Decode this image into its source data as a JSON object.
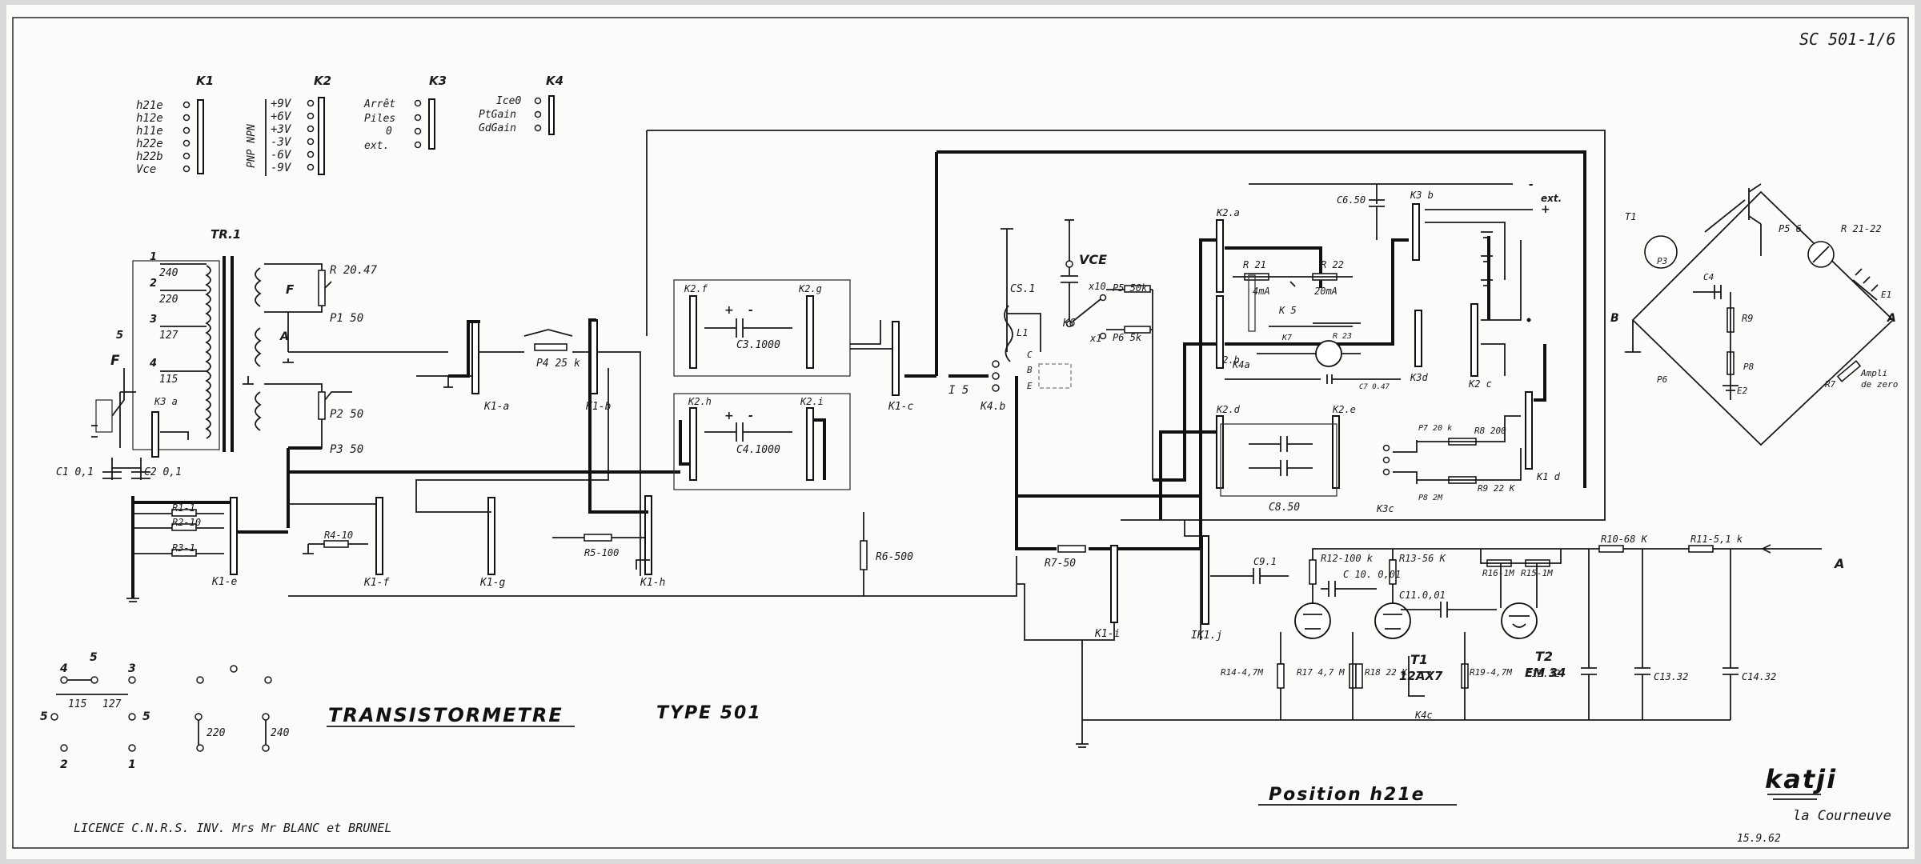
{
  "sheet": {
    "ref": "SC 501-1/6",
    "title": "TRANSISTORMETRE",
    "type": "TYPE 501",
    "position": "Position h21e",
    "brand": "katji",
    "brand_city": "la Courneuve",
    "licence": "LICENCE C.N.R.S.   INV. Mrs Mr BLANC et BRUNEL",
    "date": "15.9.62"
  },
  "switch_legend": {
    "k1": {
      "name": "K1",
      "positions": [
        "h21e",
        "h12e",
        "h11e",
        "h22e",
        "h22b",
        "Vce"
      ]
    },
    "k2": {
      "name": "K2",
      "group_label": "PNP NPN",
      "positions": [
        "+9V",
        "+6V",
        "+3V",
        "-3V",
        "-6V",
        "-9V"
      ]
    },
    "k3": {
      "name": "K3",
      "positions": [
        "Arrêt",
        "Piles",
        "0",
        "ext."
      ]
    },
    "k4": {
      "name": "K4",
      "positions": [
        "Ice0",
        "PtGain",
        "GdGain"
      ]
    }
  },
  "transformer": {
    "name": "TR.1",
    "taps": [
      {
        "num": "1",
        "volts": "240"
      },
      {
        "num": "2",
        "volts": "220"
      },
      {
        "num": "3",
        "volts": "127"
      },
      {
        "num": "4",
        "volts": "115"
      },
      {
        "num": "5",
        "volts": ""
      }
    ],
    "fuse": "F",
    "sec_F": "F",
    "sec_A": "A"
  },
  "components": {
    "R20": "R 20.47",
    "P1": "P1 50",
    "P2": "P2 50",
    "P3": "P3 50",
    "C1": "C1 0,1",
    "C2": "C2 0,1",
    "K3a": "K3 a",
    "R1": "R1-1",
    "R2": "R2-10",
    "R3": "R3-1",
    "K1e": "K1-e",
    "R4": "R4-10",
    "K1f": "K1-f",
    "K1g": "K1-g",
    "K1a": "K1-a",
    "P4": "P4 25 k",
    "K1b": "K1-b",
    "R5": "R5-100",
    "K1h": "K1-h",
    "R6": "R6-500",
    "K2f": "K2.f",
    "K2g": "K2.g",
    "C3": "C3.1000",
    "K2h": "K2.h",
    "K2i": "K2.i",
    "C4": "C4.1000",
    "K1c": "K1-c",
    "I5": "I 5",
    "K4b": "K4.b",
    "CS1": "CS.1",
    "L1": "L1",
    "VCE": "VCE",
    "K6": "K6",
    "X10": "x10",
    "X1": "x1",
    "P5": "P5 50k",
    "P6": "P6 5k",
    "R7": "R7-50",
    "K1i": "K1-i",
    "K2a": "K2.a",
    "K2b": "K2.b",
    "C6": "C6.50",
    "K3b": "K3 b",
    "ext": "ext.",
    "R21": "R 21",
    "R22": "R 22",
    "R23": "R 23",
    "I4mA": "4mA",
    "I20mA": "20mA",
    "K5": "K 5",
    "K7": "K7",
    "K4a": "K4a",
    "C7": "C7 0.47",
    "K3d": "K3d",
    "K2c": "K2 c",
    "K2d": "K2.d",
    "K2e": "K2.e",
    "C8": "C8.50",
    "K3c": "K3c",
    "P7": "P7 20 k",
    "P8": "P8 2M",
    "R8": "R8 200",
    "R9": "R9 22 K",
    "K1d": "K1 d",
    "C9": "C9.1",
    "R12": "R12-100 k",
    "R13": "R13-56 K",
    "C10": "C 10. 0,01",
    "C11": "C11.0,01",
    "R16": "R16-1M",
    "R15": "R15-1M",
    "R10": "R10-68 K",
    "R11": "R11-5,1 k",
    "A": "A",
    "T1": "T1",
    "T1type": "12AX7",
    "T2": "T2",
    "T2type": "EM 34",
    "IK1j": "IK1.j",
    "R14": "R14-4,7M",
    "R17": "R17 4,7 M",
    "R18": "R18 22 K",
    "K4c": "K4c",
    "R19": "R19-4,7M",
    "C12": "C12.32",
    "C13": "C13.32",
    "C14": "C14.32"
  },
  "bridge": {
    "T1": "T1",
    "P3": "P3",
    "C4": "C4",
    "R9": "R9",
    "P8": "P8",
    "E2": "E2",
    "P6": "P6",
    "B": "B",
    "P5": "P5 6",
    "R21": "R 21-22",
    "E1": "E1",
    "A": "A",
    "R7": "R7",
    "ampli": "Ampli",
    "zero": "de zero"
  },
  "wiring_options": {
    "nums": [
      "4",
      "5",
      "3",
      "5",
      "5",
      "2",
      "1"
    ],
    "v115": "115",
    "v127": "127",
    "v220": "220",
    "v240": "240"
  }
}
